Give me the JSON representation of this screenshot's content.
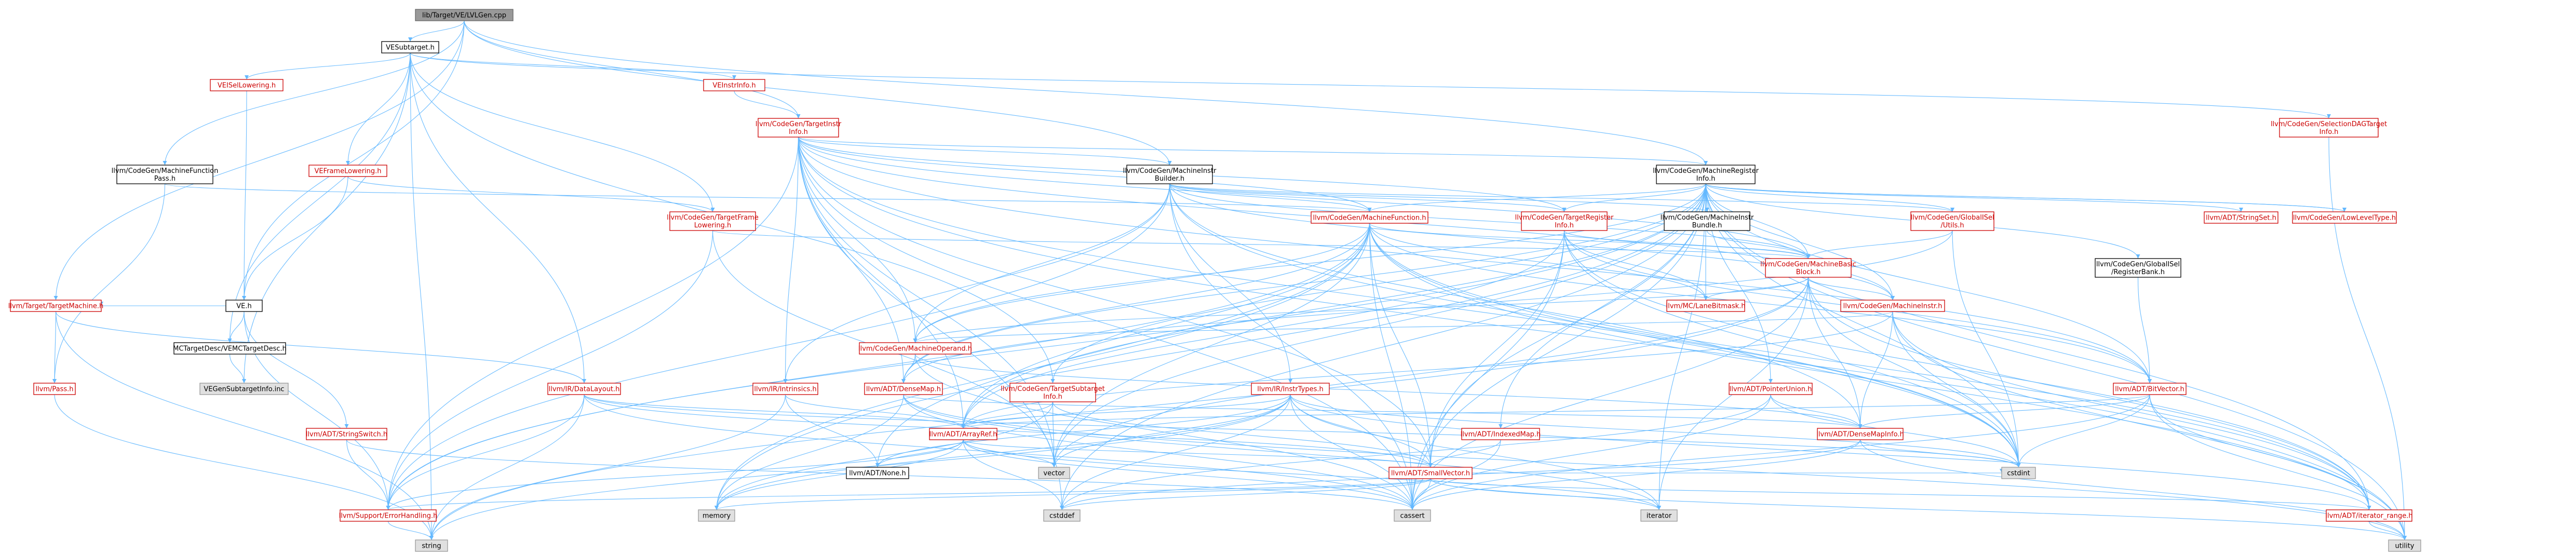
{
  "title": "lib/Target/VE/LVLGen.cpp",
  "colors": {
    "root_fill": "#999999",
    "root_border": "#666666",
    "red": "#cc0000",
    "black": "#000000",
    "gray_fill": "#e0e0e0",
    "edge": "#63b8ff",
    "bg": "#ffffff"
  },
  "nodes": [
    {
      "id": "root",
      "lines": [
        "lib/Target/VE/LVLGen.cpp"
      ],
      "style": "root"
    },
    {
      "id": "vesub",
      "lines": [
        "VESubtarget.h"
      ],
      "style": "black"
    },
    {
      "id": "veisel",
      "lines": [
        "VEISelLowering.h"
      ],
      "style": "red"
    },
    {
      "id": "veinstr",
      "lines": [
        "VEInstrInfo.h"
      ],
      "style": "red"
    },
    {
      "id": "tii",
      "lines": [
        "llvm/CodeGen/TargetInstr",
        "Info.h"
      ],
      "style": "red"
    },
    {
      "id": "seldag",
      "lines": [
        "llvm/CodeGen/SelectionDAGTarget",
        "Info.h"
      ],
      "style": "red"
    },
    {
      "id": "mfpass",
      "lines": [
        "llvm/CodeGen/MachineFunction",
        "Pass.h"
      ],
      "style": "black"
    },
    {
      "id": "veframe",
      "lines": [
        "VEFrameLowering.h"
      ],
      "style": "red"
    },
    {
      "id": "mib",
      "lines": [
        "llvm/CodeGen/MachineInstr",
        "Builder.h"
      ],
      "style": "black"
    },
    {
      "id": "mri",
      "lines": [
        "llvm/CodeGen/MachineRegister",
        "Info.h"
      ],
      "style": "black"
    },
    {
      "id": "tfl",
      "lines": [
        "llvm/CodeGen/TargetFrame",
        "Lowering.h"
      ],
      "style": "red"
    },
    {
      "id": "mf",
      "lines": [
        "llvm/CodeGen/MachineFunction.h"
      ],
      "style": "red"
    },
    {
      "id": "tri",
      "lines": [
        "llvm/CodeGen/TargetRegister",
        "Info.h"
      ],
      "style": "red"
    },
    {
      "id": "mibundle",
      "lines": [
        "llvm/CodeGen/MachineInstr",
        "Bundle.h"
      ],
      "style": "black"
    },
    {
      "id": "gisel",
      "lines": [
        "llvm/CodeGen/GlobalISel",
        "/Utils.h"
      ],
      "style": "red"
    },
    {
      "id": "strset",
      "lines": [
        "llvm/ADT/StringSet.h"
      ],
      "style": "red"
    },
    {
      "id": "lowlevel",
      "lines": [
        "llvm/CodeGen/LowLevelType.h"
      ],
      "style": "red"
    },
    {
      "id": "regbank",
      "lines": [
        "llvm/CodeGen/GlobalISel",
        "/RegisterBank.h"
      ],
      "style": "black"
    },
    {
      "id": "ve",
      "lines": [
        "VE.h"
      ],
      "style": "black"
    },
    {
      "id": "mbb",
      "lines": [
        "llvm/CodeGen/MachineBasic",
        "Block.h"
      ],
      "style": "red"
    },
    {
      "id": "lanebm",
      "lines": [
        "llvm/MC/LaneBitmask.h"
      ],
      "style": "red"
    },
    {
      "id": "mi",
      "lines": [
        "llvm/CodeGen/MachineInstr.h"
      ],
      "style": "red"
    },
    {
      "id": "ttm",
      "lines": [
        "llvm/Target/TargetMachine.h"
      ],
      "style": "red"
    },
    {
      "id": "mctgt",
      "lines": [
        "MCTargetDesc/VEMCTargetDesc.h"
      ],
      "style": "black"
    },
    {
      "id": "datalayout",
      "lines": [
        "llvm/IR/DataLayout.h"
      ],
      "style": "red"
    },
    {
      "id": "mop",
      "lines": [
        "llvm/CodeGen/MachineOperand.h"
      ],
      "style": "red"
    },
    {
      "id": "pass",
      "lines": [
        "llvm/Pass.h"
      ],
      "style": "red"
    },
    {
      "id": "vegen",
      "lines": [
        "VEGenSubtargetInfo.inc"
      ],
      "style": "gray"
    },
    {
      "id": "intr",
      "lines": [
        "llvm/IR/Intrinsics.h"
      ],
      "style": "red"
    },
    {
      "id": "densemap",
      "lines": [
        "llvm/ADT/DenseMap.h"
      ],
      "style": "red"
    },
    {
      "id": "tsi",
      "lines": [
        "llvm/CodeGen/TargetSubtarget",
        "Info.h"
      ],
      "style": "red"
    },
    {
      "id": "irtypes",
      "lines": [
        "llvm/IR/InstrTypes.h"
      ],
      "style": "red"
    },
    {
      "id": "ptrunion",
      "lines": [
        "llvm/ADT/PointerUnion.h"
      ],
      "style": "red"
    },
    {
      "id": "bitvec",
      "lines": [
        "llvm/ADT/BitVector.h"
      ],
      "style": "red"
    },
    {
      "id": "strswitch",
      "lines": [
        "llvm/ADT/StringSwitch.h"
      ],
      "style": "red"
    },
    {
      "id": "arrayref",
      "lines": [
        "llvm/ADT/ArrayRef.h"
      ],
      "style": "red"
    },
    {
      "id": "densemapinfo",
      "lines": [
        "llvm/ADT/DenseMapInfo.h"
      ],
      "style": "red"
    },
    {
      "id": "indexedmap",
      "lines": [
        "llvm/ADT/IndexedMap.h"
      ],
      "style": "red"
    },
    {
      "id": "none",
      "lines": [
        "llvm/ADT/None.h"
      ],
      "style": "black"
    },
    {
      "id": "vector",
      "lines": [
        "vector"
      ],
      "style": "gray"
    },
    {
      "id": "smallvec",
      "lines": [
        "llvm/ADT/SmallVector.h"
      ],
      "style": "red"
    },
    {
      "id": "cstdint",
      "lines": [
        "cstdint"
      ],
      "style": "gray"
    },
    {
      "id": "errh",
      "lines": [
        "llvm/Support/ErrorHandling.h"
      ],
      "style": "red"
    },
    {
      "id": "memory",
      "lines": [
        "memory"
      ],
      "style": "gray"
    },
    {
      "id": "cstddef",
      "lines": [
        "cstddef"
      ],
      "style": "gray"
    },
    {
      "id": "cassert",
      "lines": [
        "cassert"
      ],
      "style": "gray"
    },
    {
      "id": "iterator",
      "lines": [
        "iterator"
      ],
      "style": "gray"
    },
    {
      "id": "itrange",
      "lines": [
        "llvm/ADT/iterator_range.h"
      ],
      "style": "red"
    },
    {
      "id": "string",
      "lines": [
        "string"
      ],
      "style": "gray"
    },
    {
      "id": "utility",
      "lines": [
        "utility"
      ],
      "style": "gray"
    }
  ],
  "edges": [
    [
      "root",
      "vesub"
    ],
    [
      "root",
      "tii"
    ],
    [
      "root",
      "mfpass"
    ],
    [
      "root",
      "mib"
    ],
    [
      "root",
      "mri"
    ],
    [
      "root",
      "ve"
    ],
    [
      "root",
      "ttm"
    ],
    [
      "vesub",
      "veisel"
    ],
    [
      "vesub",
      "veinstr"
    ],
    [
      "vesub",
      "seldag"
    ],
    [
      "vesub",
      "veframe"
    ],
    [
      "vesub",
      "tfl"
    ],
    [
      "vesub",
      "tsi"
    ],
    [
      "vesub",
      "datalayout"
    ],
    [
      "vesub",
      "vegen"
    ],
    [
      "vesub",
      "string"
    ],
    [
      "vesub",
      "mctgt"
    ],
    [
      "veisel",
      "ve"
    ],
    [
      "veinstr",
      "tii"
    ],
    [
      "tii",
      "mib"
    ],
    [
      "tii",
      "mf"
    ],
    [
      "tii",
      "mbb"
    ],
    [
      "tii",
      "mi"
    ],
    [
      "tii",
      "mop"
    ],
    [
      "tii",
      "densemap"
    ],
    [
      "tii",
      "arrayref"
    ],
    [
      "tii",
      "smallvec"
    ],
    [
      "tii",
      "errh"
    ],
    [
      "tii",
      "cassert"
    ],
    [
      "tii",
      "cstddef"
    ],
    [
      "tii",
      "cstdint"
    ],
    [
      "tii",
      "utility"
    ],
    [
      "tii",
      "vector"
    ],
    [
      "tii",
      "intr"
    ],
    [
      "tii",
      "mri"
    ],
    [
      "tii",
      "tri"
    ],
    [
      "tii",
      "bitvec"
    ],
    [
      "seldag",
      "utility"
    ],
    [
      "mfpass",
      "pass"
    ],
    [
      "mfpass",
      "mf"
    ],
    [
      "veframe",
      "tfl"
    ],
    [
      "veframe",
      "ve"
    ],
    [
      "mib",
      "mf"
    ],
    [
      "mib",
      "mbb"
    ],
    [
      "mib",
      "mi"
    ],
    [
      "mib",
      "mop"
    ],
    [
      "mib",
      "tri"
    ],
    [
      "mib",
      "mibundle"
    ],
    [
      "mib",
      "gisel"
    ],
    [
      "mib",
      "irtypes"
    ],
    [
      "mib",
      "intr"
    ],
    [
      "mib",
      "errh"
    ],
    [
      "mib",
      "cassert"
    ],
    [
      "mib",
      "cstdint"
    ],
    [
      "mib",
      "densemapinfo"
    ],
    [
      "mri",
      "mf"
    ],
    [
      "mri",
      "mbb"
    ],
    [
      "mri",
      "mi"
    ],
    [
      "mri",
      "mop"
    ],
    [
      "mri",
      "tri"
    ],
    [
      "mri",
      "tsi"
    ],
    [
      "mri",
      "mibundle"
    ],
    [
      "mri",
      "gisel"
    ],
    [
      "mri",
      "strset"
    ],
    [
      "mri",
      "lowlevel"
    ],
    [
      "mri",
      "regbank"
    ],
    [
      "mri",
      "lanebm"
    ],
    [
      "mri",
      "ptrunion"
    ],
    [
      "mri",
      "bitvec"
    ],
    [
      "mri",
      "indexedmap"
    ],
    [
      "mri",
      "arrayref"
    ],
    [
      "mri",
      "smallvec"
    ],
    [
      "mri",
      "itrange"
    ],
    [
      "mri",
      "errh"
    ],
    [
      "mri",
      "cassert"
    ],
    [
      "mri",
      "cstddef"
    ],
    [
      "mri",
      "cstdint"
    ],
    [
      "mri",
      "iterator"
    ],
    [
      "mri",
      "memory"
    ],
    [
      "mri",
      "utility"
    ],
    [
      "mri",
      "vector"
    ],
    [
      "mri",
      "densemap"
    ],
    [
      "mri",
      "lowlevel"
    ],
    [
      "tfl",
      "mbb"
    ],
    [
      "tfl",
      "errh"
    ],
    [
      "tfl",
      "vector"
    ],
    [
      "mf",
      "mbb"
    ],
    [
      "mf",
      "mop"
    ],
    [
      "mf",
      "densemap"
    ],
    [
      "mf",
      "arrayref"
    ],
    [
      "mf",
      "smallvec"
    ],
    [
      "mf",
      "bitvec"
    ],
    [
      "mf",
      "errh"
    ],
    [
      "mf",
      "cassert"
    ],
    [
      "mf",
      "cstdint"
    ],
    [
      "mf",
      "memory"
    ],
    [
      "mf",
      "utility"
    ],
    [
      "mf",
      "vector"
    ],
    [
      "mf",
      "none"
    ],
    [
      "mf",
      "itrange"
    ],
    [
      "mf",
      "lanebm"
    ],
    [
      "tri",
      "mbb"
    ],
    [
      "tri",
      "lanebm"
    ],
    [
      "tri",
      "arrayref"
    ],
    [
      "tri",
      "smallvec"
    ],
    [
      "tri",
      "cassert"
    ],
    [
      "tri",
      "cstdint"
    ],
    [
      "tri",
      "itrange"
    ],
    [
      "tri",
      "bitvec"
    ],
    [
      "mibundle",
      "mbb"
    ],
    [
      "gisel",
      "mbb"
    ],
    [
      "gisel",
      "cstdint"
    ],
    [
      "gisel",
      "densemap"
    ],
    [
      "regbank",
      "bitvec"
    ],
    [
      "ve",
      "ttm"
    ],
    [
      "ve",
      "mctgt"
    ],
    [
      "ve",
      "strswitch"
    ],
    [
      "ve",
      "errh"
    ],
    [
      "mbb",
      "mi"
    ],
    [
      "mbb",
      "lanebm"
    ],
    [
      "mbb",
      "mop"
    ],
    [
      "mbb",
      "densemapinfo"
    ],
    [
      "mbb",
      "itrange"
    ],
    [
      "mbb",
      "cassert"
    ],
    [
      "mbb",
      "cstdint"
    ],
    [
      "mbb",
      "iterator"
    ],
    [
      "mbb",
      "string"
    ],
    [
      "mbb",
      "vector"
    ],
    [
      "mi",
      "mop"
    ],
    [
      "mi",
      "densemapinfo"
    ],
    [
      "mi",
      "arrayref"
    ],
    [
      "mi",
      "cstdint"
    ],
    [
      "mi",
      "utility"
    ],
    [
      "mi",
      "itrange"
    ],
    [
      "ttm",
      "pass"
    ],
    [
      "ttm",
      "datalayout"
    ],
    [
      "ttm",
      "string"
    ],
    [
      "mctgt",
      "vegen"
    ],
    [
      "datalayout",
      "arrayref"
    ],
    [
      "datalayout",
      "smallvec"
    ],
    [
      "datalayout",
      "errh"
    ],
    [
      "datalayout",
      "cassert"
    ],
    [
      "datalayout",
      "cstdint"
    ],
    [
      "datalayout",
      "string"
    ],
    [
      "mop",
      "densemapinfo"
    ],
    [
      "mop",
      "cassert"
    ],
    [
      "mop",
      "densemap"
    ],
    [
      "pass",
      "string"
    ],
    [
      "intr",
      "arrayref"
    ],
    [
      "intr",
      "none"
    ],
    [
      "intr",
      "string"
    ],
    [
      "densemap",
      "cassert"
    ],
    [
      "densemap",
      "densemapinfo"
    ],
    [
      "densemap",
      "utility"
    ],
    [
      "densemap",
      "iterator"
    ],
    [
      "densemap",
      "memory"
    ],
    [
      "tsi",
      "arrayref"
    ],
    [
      "tsi",
      "smallvec"
    ],
    [
      "tsi",
      "vector"
    ],
    [
      "tsi",
      "memory"
    ],
    [
      "irtypes",
      "arrayref"
    ],
    [
      "irtypes",
      "none"
    ],
    [
      "irtypes",
      "smallvec"
    ],
    [
      "irtypes",
      "cassert"
    ],
    [
      "irtypes",
      "cstddef"
    ],
    [
      "irtypes",
      "cstdint"
    ],
    [
      "irtypes",
      "iterator"
    ],
    [
      "irtypes",
      "string"
    ],
    [
      "irtypes",
      "vector"
    ],
    [
      "irtypes",
      "itrange"
    ],
    [
      "irtypes",
      "memory"
    ],
    [
      "ptrunion",
      "densemapinfo"
    ],
    [
      "ptrunion",
      "cassert"
    ],
    [
      "ptrunion",
      "cstddef"
    ],
    [
      "ptrunion",
      "cstdint"
    ],
    [
      "bitvec",
      "arrayref"
    ],
    [
      "bitvec",
      "densemapinfo"
    ],
    [
      "bitvec",
      "itrange"
    ],
    [
      "bitvec",
      "cassert"
    ],
    [
      "bitvec",
      "cstdint"
    ],
    [
      "bitvec",
      "utility"
    ],
    [
      "strswitch",
      "cassert"
    ],
    [
      "strswitch",
      "errh"
    ],
    [
      "arrayref",
      "none"
    ],
    [
      "arrayref",
      "smallvec"
    ],
    [
      "arrayref",
      "cassert"
    ],
    [
      "arrayref",
      "cstddef"
    ],
    [
      "arrayref",
      "iterator"
    ],
    [
      "arrayref",
      "memory"
    ],
    [
      "arrayref",
      "vector"
    ],
    [
      "arrayref",
      "errh"
    ],
    [
      "densemapinfo",
      "cassert"
    ],
    [
      "densemapinfo",
      "cstddef"
    ],
    [
      "densemapinfo",
      "cstdint"
    ],
    [
      "densemapinfo",
      "utility"
    ],
    [
      "indexedmap",
      "smallvec"
    ],
    [
      "indexedmap",
      "cassert"
    ],
    [
      "smallvec",
      "errh"
    ],
    [
      "smallvec",
      "cassert"
    ],
    [
      "smallvec",
      "cstddef"
    ],
    [
      "smallvec",
      "cstdint"
    ],
    [
      "smallvec",
      "iterator"
    ],
    [
      "smallvec",
      "memory"
    ],
    [
      "smallvec",
      "utility"
    ],
    [
      "smallvec",
      "itrange"
    ],
    [
      "itrange",
      "utility"
    ],
    [
      "errh",
      "string"
    ]
  ]
}
